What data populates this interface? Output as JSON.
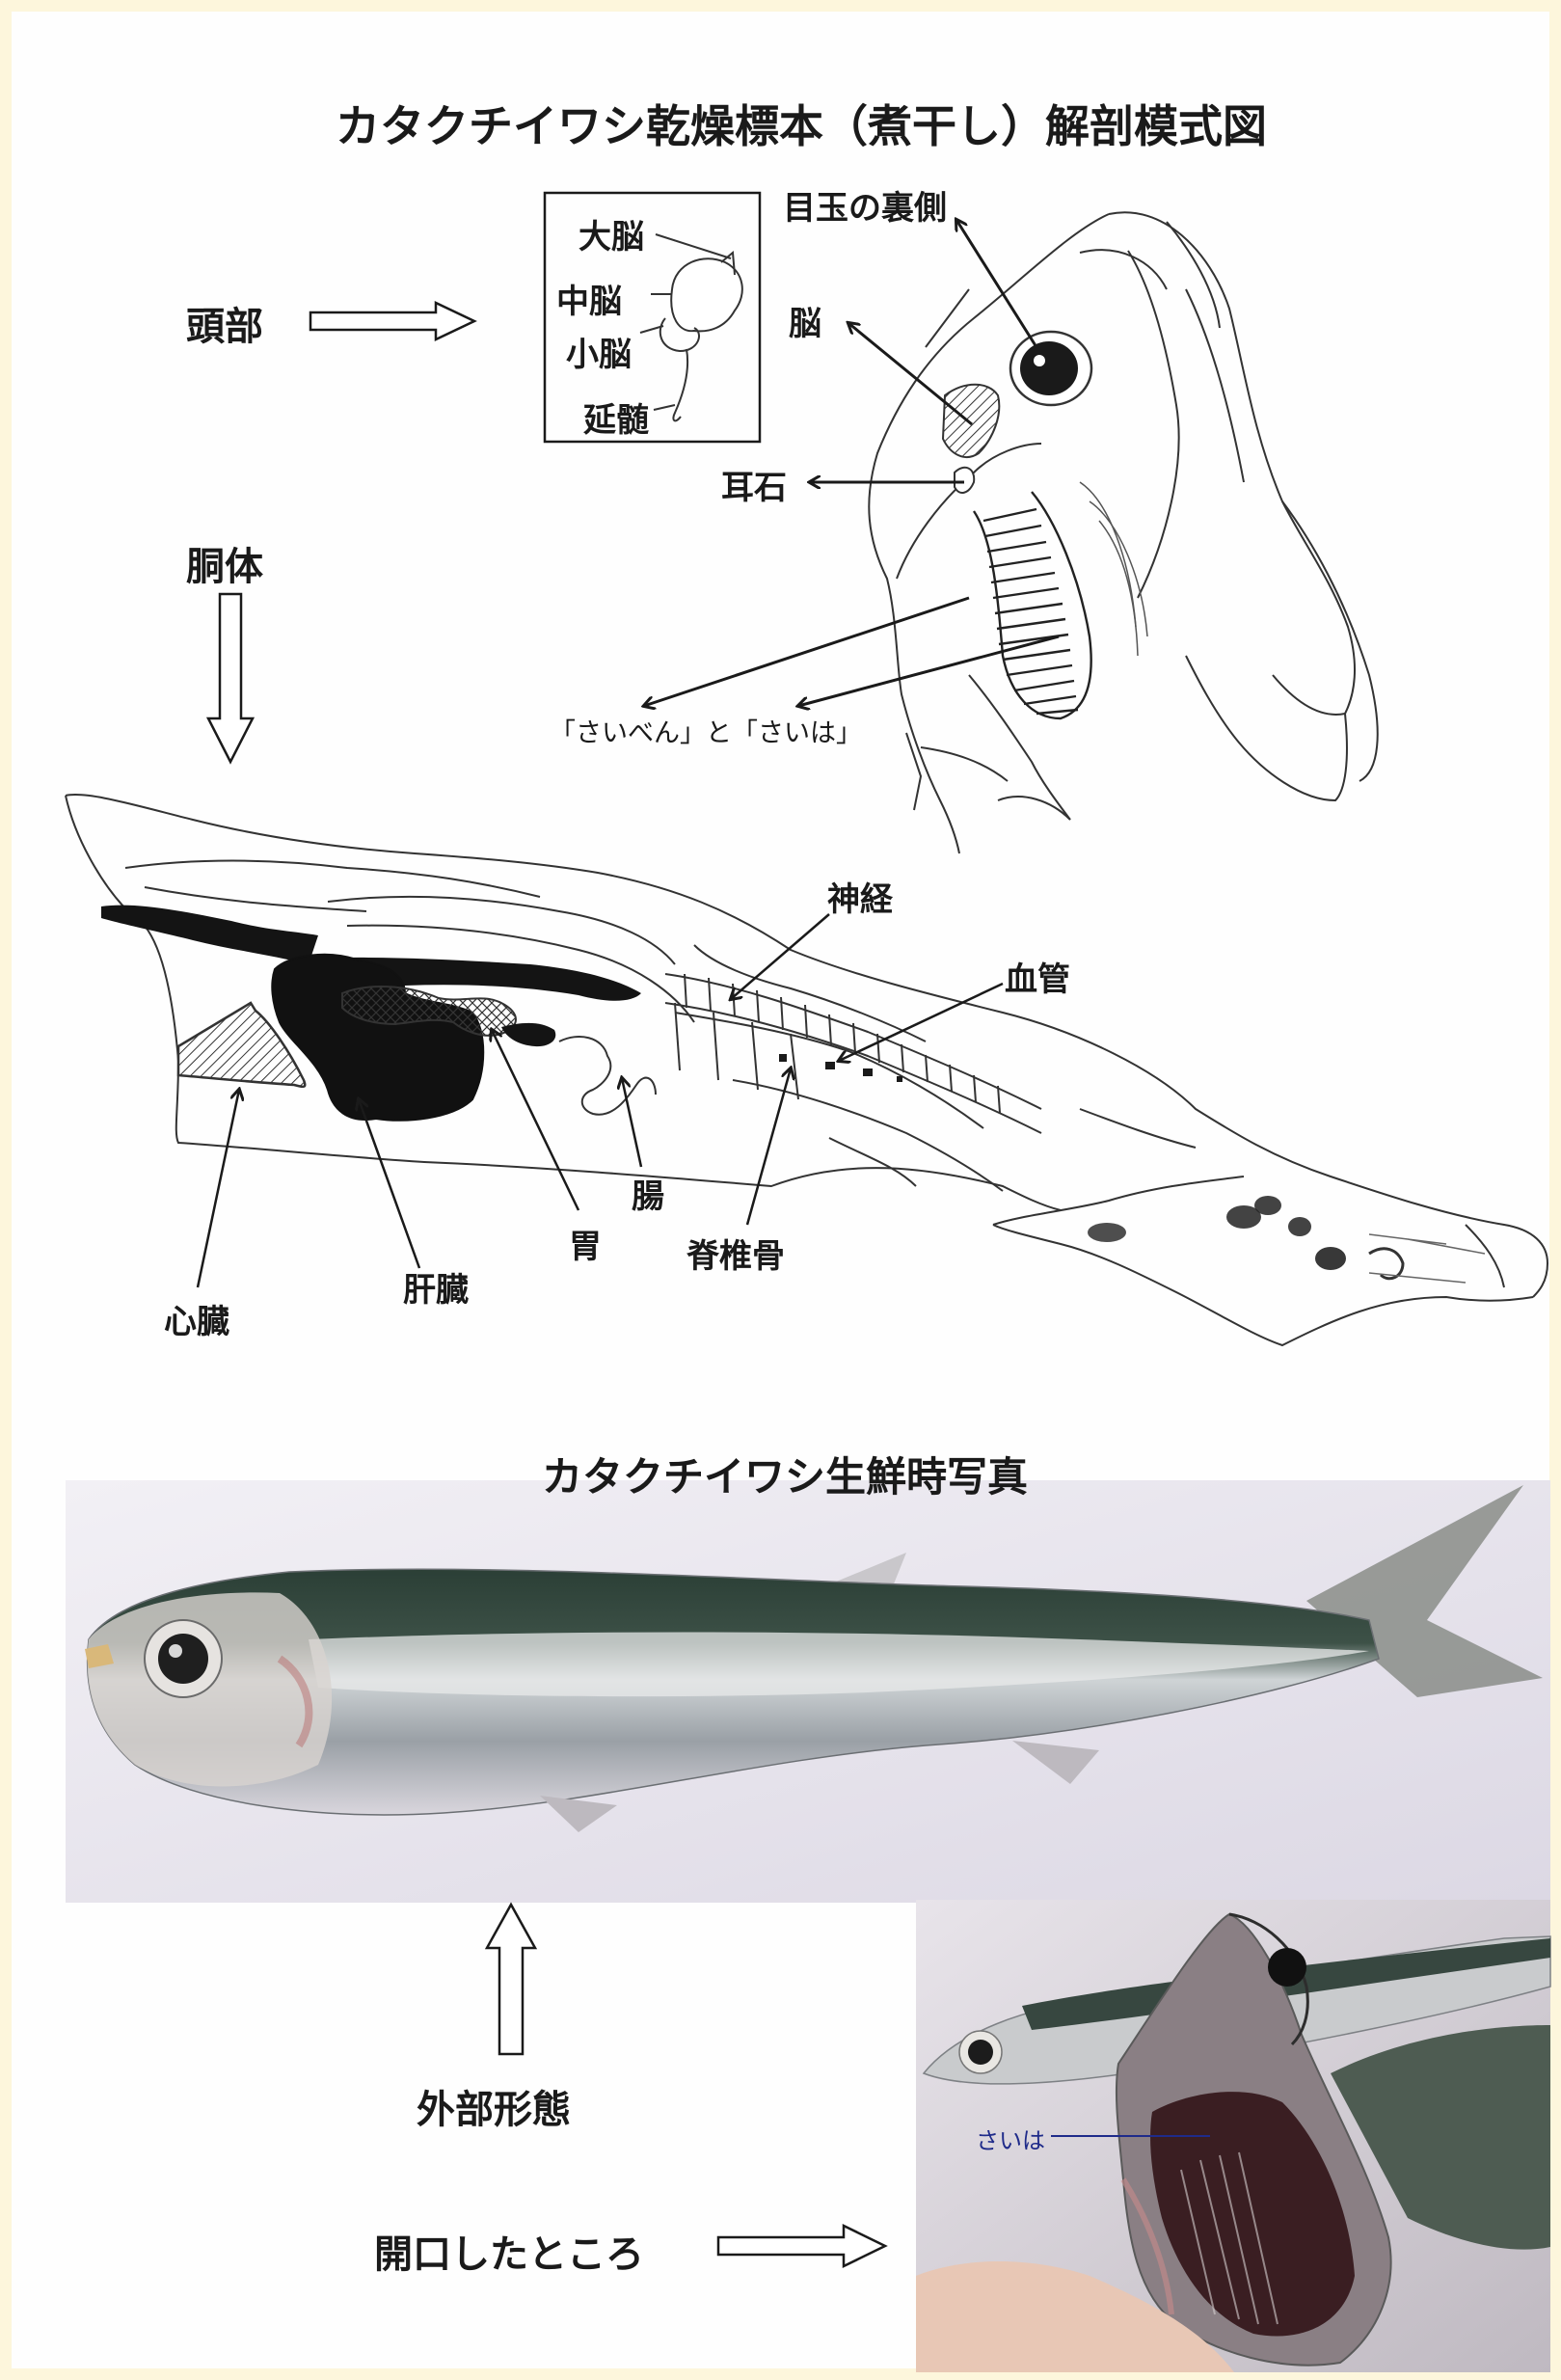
{
  "diagram": {
    "title": "カタクチイワシ乾燥標本（煮干し）解剖模式図",
    "head": {
      "label": "頭部",
      "brain_box": {
        "cerebrum": "大脳",
        "midbrain": "中脳",
        "cerebellum": "小脳",
        "medulla": "延髄"
      },
      "eye_back": "目玉の裏側",
      "brain": "脳",
      "otolith": "耳石",
      "gills": "「さいべん」と「さいは」"
    },
    "body": {
      "label": "胴体",
      "nerve": "神経",
      "blood_vessel": "血管",
      "intestine": "腸",
      "spine": "脊椎骨",
      "stomach": "胃",
      "liver": "肝臓",
      "heart": "心臓"
    }
  },
  "photos": {
    "fresh_title": "カタクチイワシ生鮮時写真",
    "external_label": "外部形態",
    "open_mouth_label": "開口したところ",
    "gill_raker_label": "さいは"
  },
  "colors": {
    "background": "#fdf6dc",
    "ink": "#1a1a1a",
    "fish_back": "#2f4a3d",
    "photo_bg": "#e9e6ef"
  }
}
